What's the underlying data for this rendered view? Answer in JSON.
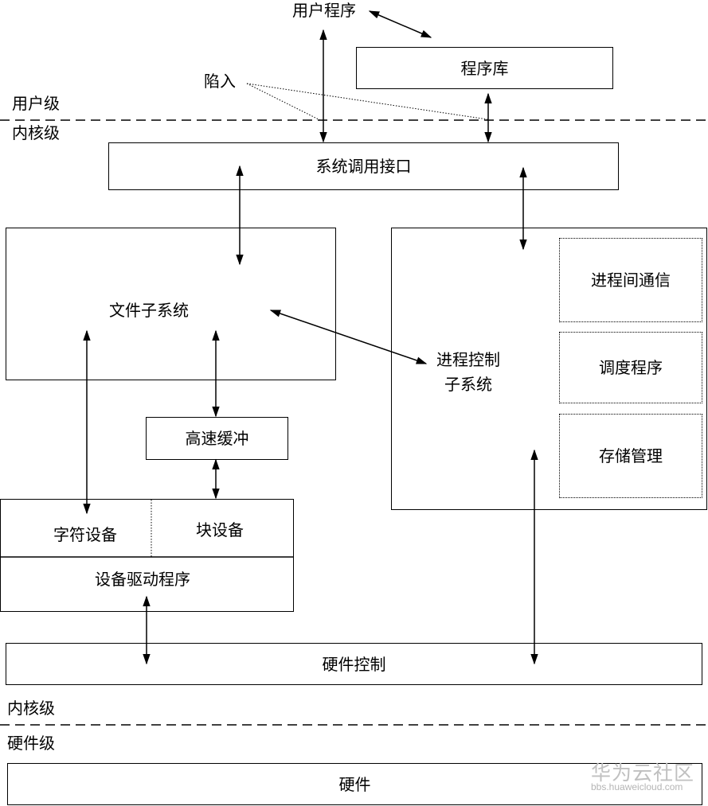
{
  "labels": {
    "user_program": "用户程序",
    "trap": "陷入",
    "user_level": "用户级",
    "kernel_level_top": "内核级",
    "kernel_level_bottom": "内核级",
    "hardware_level": "硬件级"
  },
  "boxes": {
    "program_library": "程序库",
    "syscall_interface": "系统调用接口",
    "file_subsystem": "文件子系统",
    "buffer_cache": "高速缓冲",
    "char_device": "字符设备",
    "block_device": "块设备",
    "device_driver": "设备驱动程序",
    "process_control_line1": "进程控制",
    "process_control_line2": "子系统",
    "ipc": "进程间通信",
    "scheduler": "调度程序",
    "memory_management": "存储管理",
    "hardware_control": "硬件控制",
    "hardware": "硬件"
  },
  "watermark": {
    "main": "华为云社区",
    "sub": "bbs.huaweicloud.com"
  }
}
